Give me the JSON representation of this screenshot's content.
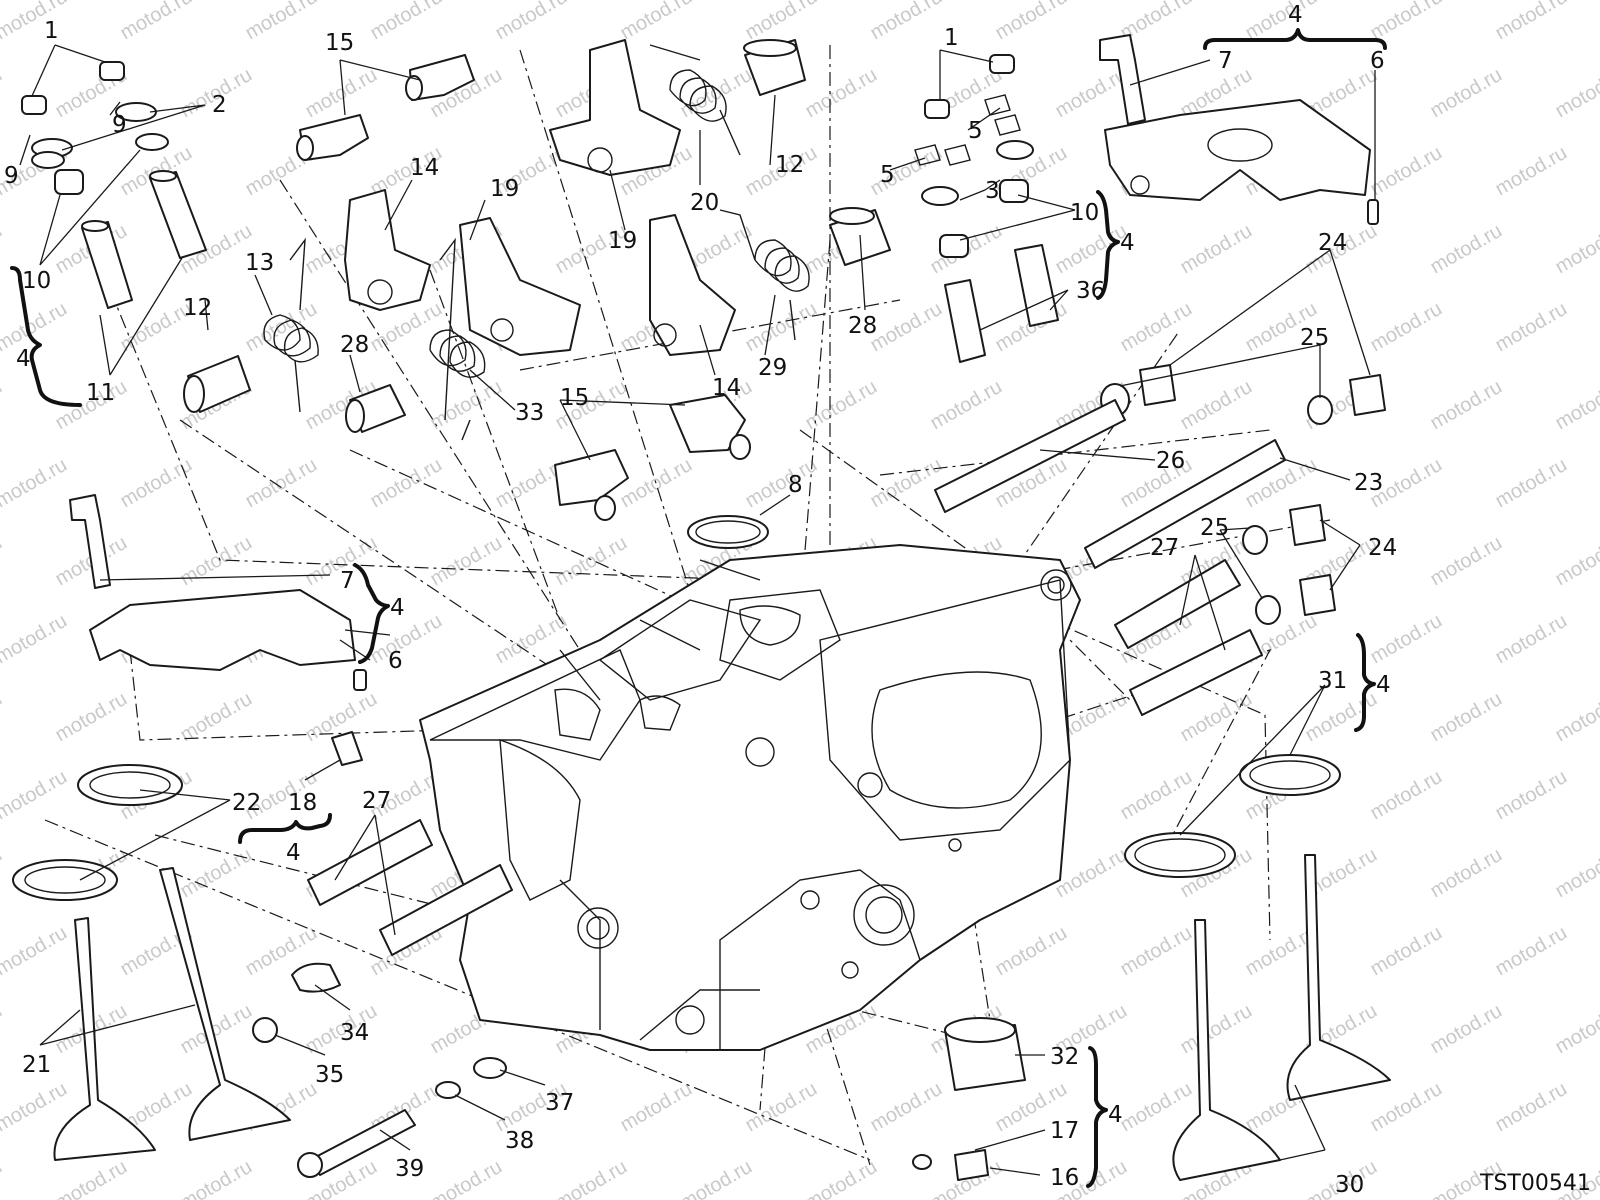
{
  "watermark": "motod.ru",
  "drawing_code": "TST00541",
  "callouts": {
    "c1a": "1",
    "c1b": "1",
    "c2": "2",
    "c3": "3",
    "c4a": "4",
    "c4b": "4",
    "c4c": "4",
    "c4d": "4",
    "c4e": "4",
    "c4f": "4",
    "c4g": "4",
    "c5a": "5",
    "c5b": "5",
    "c6a": "6",
    "c6b": "6",
    "c7a": "7",
    "c7b": "7",
    "c8": "8",
    "c9a": "9",
    "c9b": "9",
    "c10a": "10",
    "c10b": "10",
    "c11": "11",
    "c12a": "12",
    "c12b": "12",
    "c13": "13",
    "c14a": "14",
    "c14b": "14",
    "c15a": "15",
    "c15b": "15",
    "c16": "16",
    "c17": "17",
    "c18": "18",
    "c19a": "19",
    "c19b": "19",
    "c20": "20",
    "c21": "21",
    "c22": "22",
    "c23": "23",
    "c24a": "24",
    "c24b": "24",
    "c25a": "25",
    "c25b": "25",
    "c26": "26",
    "c27a": "27",
    "c27b": "27",
    "c28a": "28",
    "c28b": "28",
    "c29": "29",
    "c30": "30",
    "c31": "31",
    "c32": "32",
    "c33": "33",
    "c34": "34",
    "c35": "35",
    "c36": "36",
    "c37": "37",
    "c38": "38",
    "c39": "39"
  }
}
